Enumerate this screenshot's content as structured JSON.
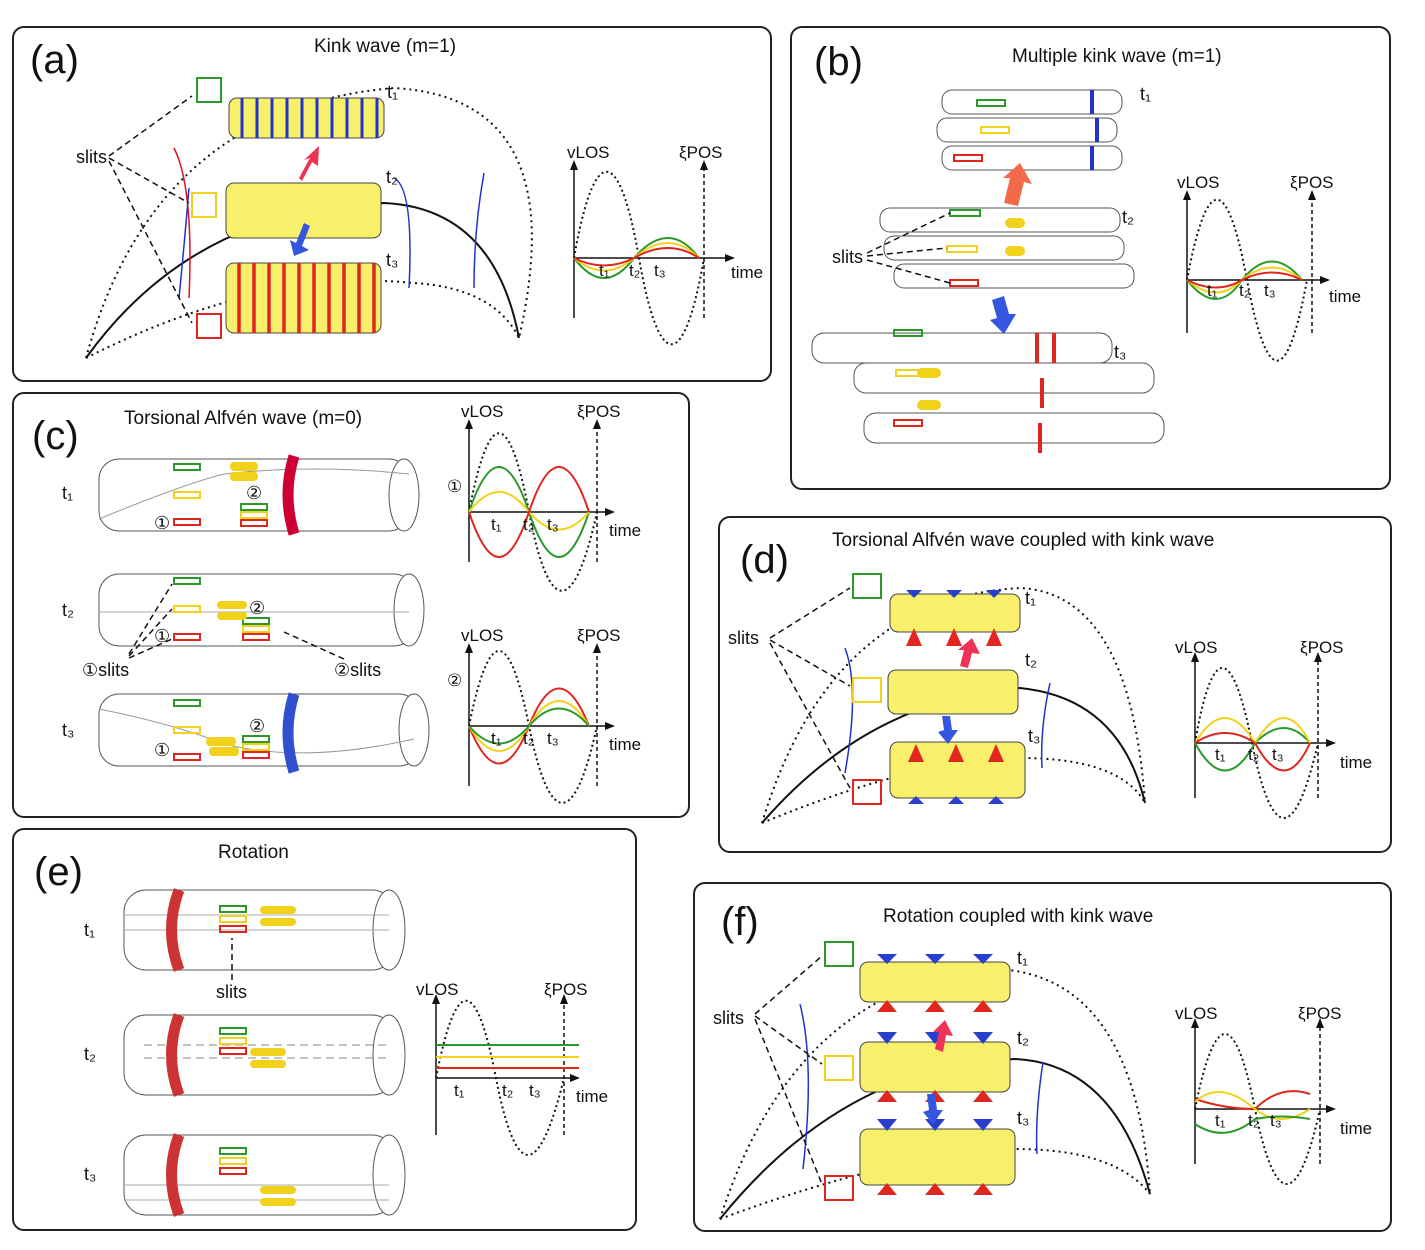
{
  "panels": {
    "a": {
      "letter": "(a)",
      "title": "Kink wave (m=1)"
    },
    "b": {
      "letter": "(b)",
      "title": "Multiple kink wave (m=1)"
    },
    "c": {
      "letter": "(c)",
      "title": "Torsional Alfvén wave (m=0)"
    },
    "d": {
      "letter": "(d)",
      "title": "Torsional Alfvén wave coupled with kink wave"
    },
    "e": {
      "letter": "(e)",
      "title": "Rotation"
    },
    "f": {
      "letter": "(f)",
      "title": "Rotation coupled with kink wave"
    }
  },
  "labels": {
    "slits": "slits",
    "slits_1": "①slits",
    "slits_2": "②slits",
    "circle_1": "①",
    "circle_2": "②",
    "t1": "t₁",
    "t2": "t₂",
    "t3": "t₃",
    "vlos": "vLOS",
    "xipos": "ξPOS",
    "time": "time"
  },
  "colors": {
    "green": "#2a9a2a",
    "yellow": "#f2d11c",
    "red": "#e0261f",
    "blue": "#2a3fd0",
    "tube": "#f8f06a"
  }
}
